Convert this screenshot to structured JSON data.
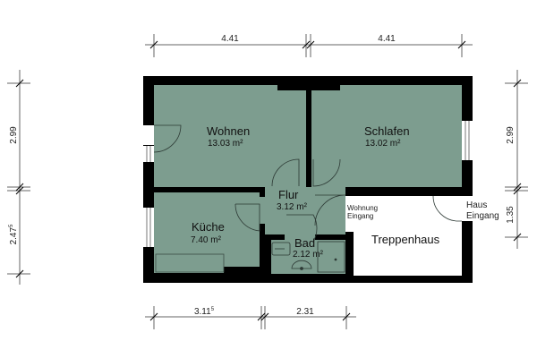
{
  "colors": {
    "room_fill": "#7d9d8f",
    "wall": "#000000",
    "background": "#ffffff",
    "dim_line": "#555555"
  },
  "dimensions": {
    "top": [
      "4.41",
      "4.41"
    ],
    "bottom": [
      "3.11",
      "2.31"
    ],
    "bottom_superscript": "5",
    "left": [
      "2.99",
      "2.47"
    ],
    "left_superscript": "5",
    "right": [
      "2.99",
      "1.35"
    ]
  },
  "rooms": {
    "wohnen": {
      "name": "Wohnen",
      "area": "13.03 m²"
    },
    "schlafen": {
      "name": "Schlafen",
      "area": "13.02 m²"
    },
    "flur": {
      "name": "Flur",
      "area": "3.12 m²"
    },
    "kueche": {
      "name": "Küche",
      "area": "7.40 m²"
    },
    "bad": {
      "name": "Bad",
      "area": "2.12 m²"
    },
    "treppenhaus": {
      "name": "Treppenhaus"
    }
  },
  "labels": {
    "wohnung_eingang": [
      "Wohnung",
      "Eingang"
    ],
    "haus_eingang": [
      "Haus",
      "Eingang"
    ]
  }
}
